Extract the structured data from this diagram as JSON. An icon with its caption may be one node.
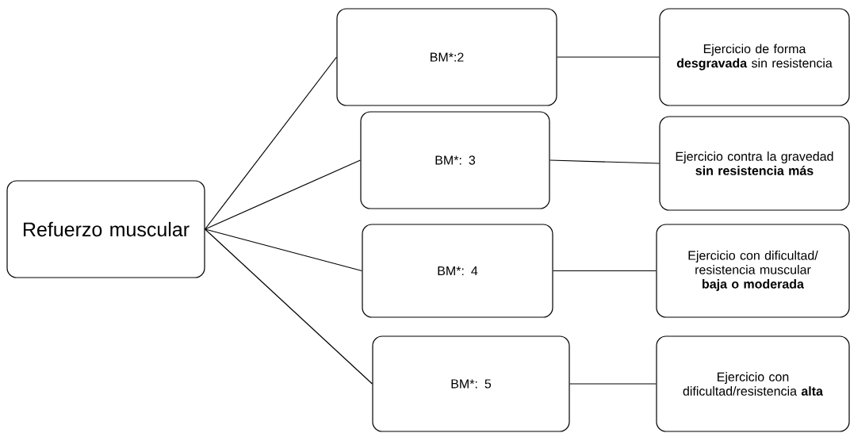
{
  "diagram": {
    "nodes": [
      {
        "text": [
          "Refuerzo muscular"
        ]
      },
      {
        "text": [
          "BM*:2"
        ]
      },
      {
        "text": [
          "BM*: 3"
        ]
      },
      {
        "text": [
          "BM*: 4"
        ]
      },
      {
        "text": [
          "BM*: 5"
        ]
      },
      {
        "text": [
          "Ejercicio de forma **desgravada** sin resistencia"
        ]
      },
      {
        "text": [
          "Ejercicio contra la gravedad **sin resistencia más**"
        ]
      },
      {
        "text": [
          "Ejercicio con dificultad/ resistencia muscular **baja o moderada**"
        ]
      },
      {
        "text": [
          "Ejercicio con dificultad/resistencia **alta**"
        ]
      }
    ],
    "edges": [
      {
        "from": 0,
        "to": 1,
        "arrow": "none"
      },
      {
        "from": 0,
        "to": 2,
        "arrow": "none"
      },
      {
        "from": 0,
        "to": 3,
        "arrow": "none"
      },
      {
        "from": 0,
        "to": 4,
        "arrow": "none"
      },
      {
        "from": 1,
        "to": 5,
        "arrow": "none"
      },
      {
        "from": 2,
        "to": 6,
        "arrow": "none"
      },
      {
        "from": 3,
        "to": 7,
        "arrow": "none"
      },
      {
        "from": 4,
        "to": 8,
        "arrow": "none"
      }
    ]
  }
}
